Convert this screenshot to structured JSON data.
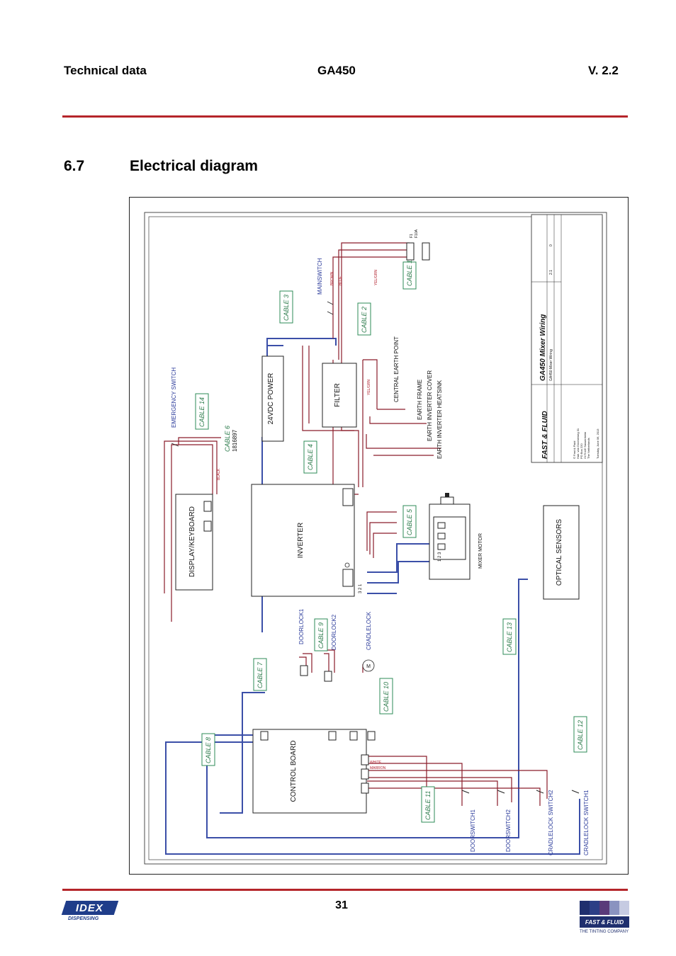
{
  "header": {
    "left": "Technical data",
    "center": "GA450",
    "right": "V. 2.2"
  },
  "section": {
    "number": "6.7",
    "title": "Electrical diagram"
  },
  "diagram": {
    "title_block": {
      "brand": "FAST & FLUID",
      "drawing_title": "GA450 Mixer Wiring",
      "filename": "GA450 Mixer Wiring",
      "version": "2.1",
      "sheet": "0",
      "address": [
        "© Fast & Fluid",
        "Hub. van Doorneweg 31",
        "PO Box 220",
        "2170 AE Sassenheim",
        "The Netherlands"
      ],
      "date_line": "Tuesday, June 06, 2013"
    },
    "components": {
      "display_keyboard": "DISPLAY/KEYBOARD",
      "power_24vdc": "24VDC POWER",
      "filter": "FILTER",
      "inverter": "INVERTER",
      "control_board": "CONTROL BOARD",
      "optical_sensors": "OPTICAL SENSORS",
      "mixer_motor": "MIXER MOTOR",
      "emergency_switch": "EMERGENCY SWITCH",
      "mainswitch": "MAINSWITCH",
      "doorlock1": "DOORLOCK1",
      "doorlock2": "DOORLOCK2",
      "cradlelock": "CRADLELOCK",
      "doorswitch1": "DOORSWITCH1",
      "doorswitch2": "DOORSWITCH2",
      "cradlelock_switch2": "CRADLELOCK SWITCH2",
      "cradlelock_switch1": "CRADLELOCK SWITCH1",
      "motor_symbol": "M",
      "fuse": "F1",
      "fuse_rating": "F10A"
    },
    "earth_points": [
      "CENTRAL EARTH POINT",
      "EARTH FRAME",
      "EARTH INVERTER COVER",
      "EARTH INVERTER HEATSINK"
    ],
    "cables": {
      "c1": "CABLE 1",
      "c2": "CABLE 2",
      "c3": "CABLE 3",
      "c4": "CABLE 4",
      "c5": "CABLE 5",
      "c6": "CABLE 6",
      "c6_part": "1816897",
      "c7": "CABLE 7",
      "c8": "CABLE 8",
      "c9": "CABLE 9",
      "c10": "CABLE 10",
      "c11": "CABLE 11",
      "c12": "CABLE 12",
      "c13": "CABLE 13",
      "c14": "CABLE 14"
    },
    "wire_colors": {
      "brown": "BROWN",
      "blue": "BLUE",
      "yelgrn": "YEL/GRN",
      "black": "BLACK",
      "white": "WHITE",
      "marron": "MARRON"
    },
    "inverter_terminals": "3 2 1",
    "motor_terminals": "1 2 3"
  },
  "footer": {
    "page_number": "31",
    "left_logo_text": "IDEX",
    "left_logo_sub": "DISPENSING",
    "right_logo_text": "FAST & FLUID",
    "right_logo_sub": "THE TINTING COMPANY"
  },
  "colors": {
    "accent_red": "#b5252a",
    "wire_blue": "#3b4fa8",
    "wire_red": "#8a1c2a",
    "cable_green": "#2e8b57"
  }
}
